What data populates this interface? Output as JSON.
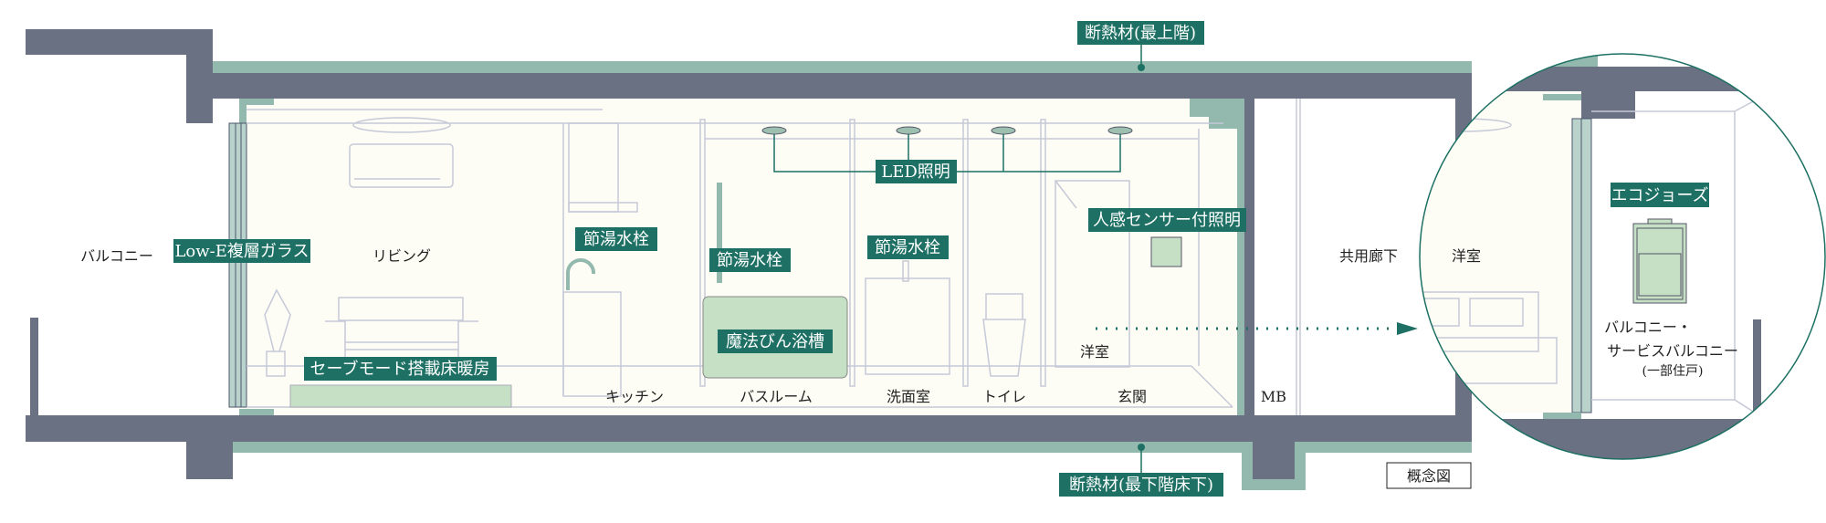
{
  "labels": {
    "insulation_top": "断熱材(最上階)",
    "insulation_bottom": "断熱材(最下階床下)",
    "low_e_glass": "Low-E複層ガラス",
    "floor_heating": "セーブモード搭載床暖房",
    "faucet_kitchen": "節湯水栓",
    "faucet_bath": "節湯水栓",
    "faucet_washroom": "節湯水栓",
    "led_lighting": "LED照明",
    "thermos_bathtub": "魔法びん浴槽",
    "sensor_lighting": "人感センサー付照明",
    "ecojozu": "エコジョーズ"
  },
  "rooms": {
    "balcony_left": "バルコニー",
    "living": "リビング",
    "kitchen": "キッチン",
    "bathroom": "バスルーム",
    "washroom": "洗面室",
    "toilet": "トイレ",
    "entrance": "玄関",
    "western_room": "洋室",
    "mb": "MB",
    "corridor": "共用廊下",
    "western_room_zoom": "洋室",
    "balcony_right_1": "バルコニー・",
    "balcony_right_2": "サービスバルコニー",
    "balcony_right_3": "(一部住戸)"
  },
  "note": "概念図",
  "colors": {
    "wall": "#6a7183",
    "insulation": "#93b9ae",
    "label_bg": "#1d7063",
    "interior": "#fdfdf5",
    "equipment": "#c5e0c5"
  }
}
